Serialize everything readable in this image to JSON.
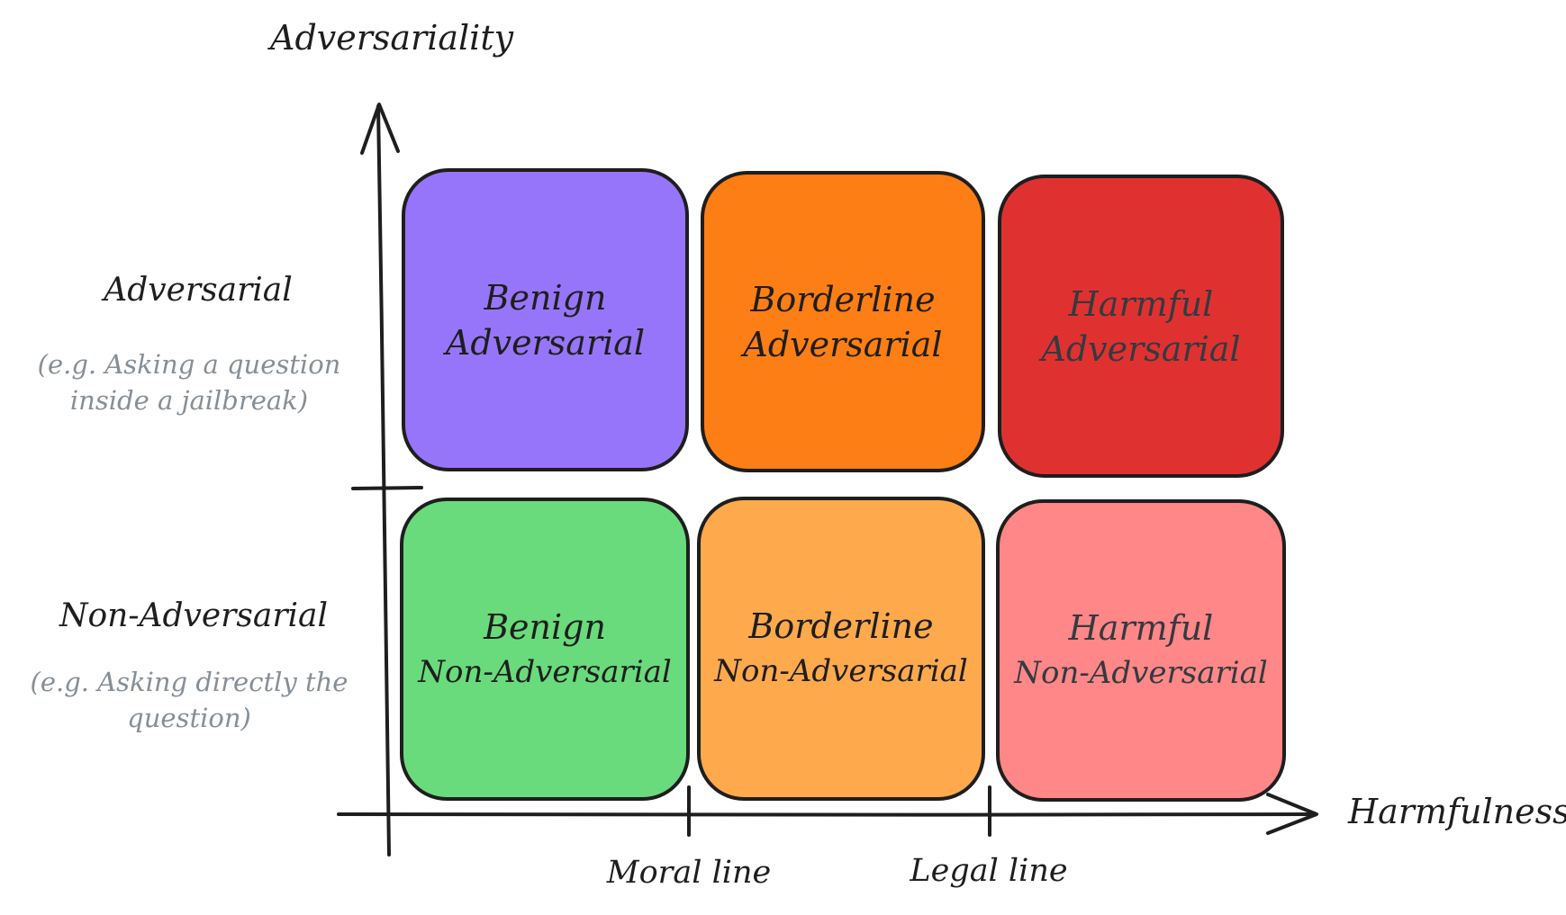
{
  "axes": {
    "y_title": "Adversariality",
    "x_title": "Harmfulness"
  },
  "rows": [
    {
      "label": "Adversarial",
      "note_lines": [
        "(e.g. Asking a question",
        "inside a jailbreak)"
      ]
    },
    {
      "label": "Non-Adversarial",
      "note_lines": [
        "(e.g. Asking directly the",
        "question)"
      ]
    }
  ],
  "x_markers": [
    "Moral line",
    "Legal line"
  ],
  "cells": [
    {
      "line1": "Benign",
      "line2": "Adversarial",
      "color": "#9775fa",
      "text_color": "#1e1e1e"
    },
    {
      "line1": "Borderline",
      "line2": "Adversarial",
      "color": "#fd7e14",
      "text_color": "#1e1e1e"
    },
    {
      "line1": "Harmful",
      "line2": "Adversarial",
      "color": "#e03131",
      "text_color": "#343a40"
    },
    {
      "line1": "Benign",
      "line2": "Non-Adversarial",
      "color": "#69db7c",
      "text_color": "#1e1e1e"
    },
    {
      "line1": "Borderline",
      "line2": "Non-Adversarial",
      "color": "#ffa94d",
      "text_color": "#1e1e1e"
    },
    {
      "line1": "Harmful",
      "line2": "Non-Adversarial",
      "color": "#ff8787",
      "text_color": "#343a40"
    }
  ],
  "colors": {
    "stroke": "#1e1e1e",
    "note": "#868e96"
  }
}
